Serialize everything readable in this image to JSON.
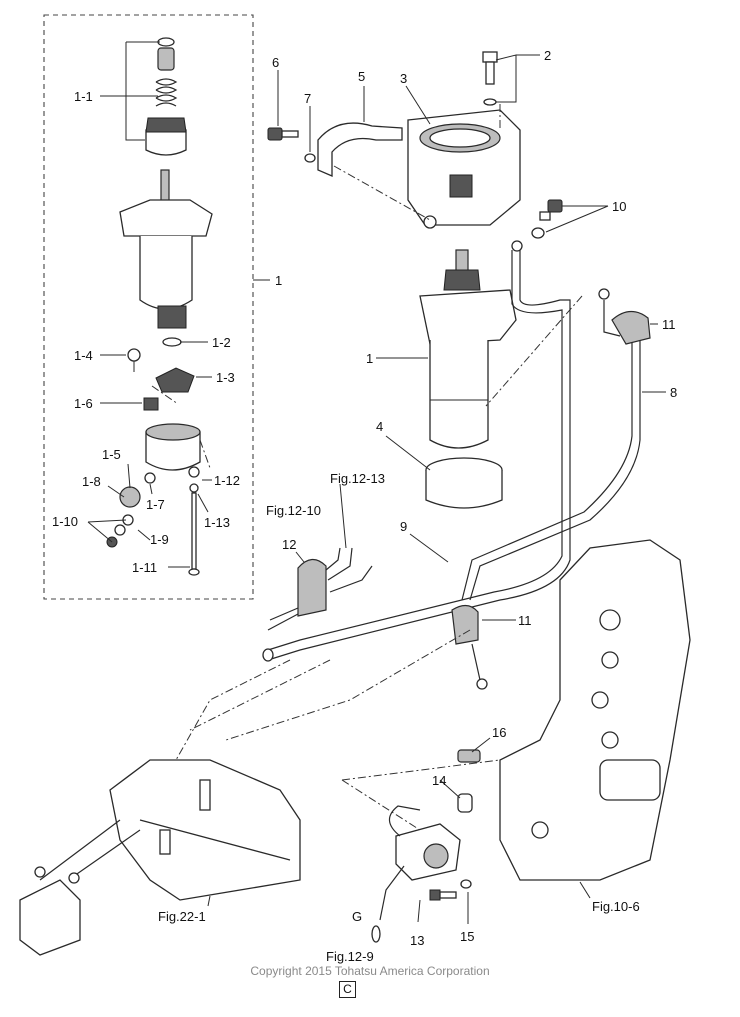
{
  "labels": {
    "l1": "1",
    "l1_1": "1-1",
    "l1_2": "1-2",
    "l1_3": "1-3",
    "l1_4": "1-4",
    "l1_5": "1-5",
    "l1_6": "1-6",
    "l1_7": "1-7",
    "l1_8": "1-8",
    "l1_9": "1-9",
    "l1_10": "1-10",
    "l1_11": "1-11",
    "l1_12": "1-12",
    "l1_13": "1-13",
    "l1b": "1",
    "l2": "2",
    "l3": "3",
    "l4": "4",
    "l5": "5",
    "l6": "6",
    "l7": "7",
    "l8": "8",
    "l9": "9",
    "l10": "10",
    "l11a": "11",
    "l11b": "11",
    "l12": "12",
    "l13": "13",
    "l14": "14",
    "l15": "15",
    "l16": "16",
    "lG": "G"
  },
  "refs": {
    "fig12_13": "Fig.12-13",
    "fig12_10": "Fig.12-10",
    "fig12_9": "Fig.12-9",
    "fig22_1": "Fig.22-1",
    "fig10_6": "Fig.10-6"
  },
  "footer": {
    "copyright": "Copyright 2015 Tohatsu America Corporation",
    "mark": "C"
  }
}
